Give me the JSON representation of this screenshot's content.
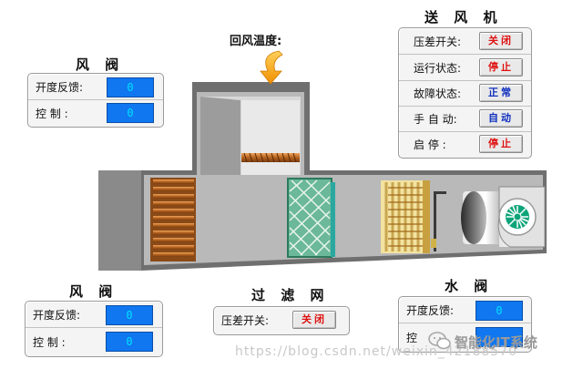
{
  "damper_top": {
    "title": "风 阀",
    "rows": [
      {
        "label": "开度反馈:",
        "value": "0"
      },
      {
        "label": "控   制  :",
        "value": "0"
      }
    ]
  },
  "damper_bottom": {
    "title": "风 阀",
    "rows": [
      {
        "label": "开度反馈:",
        "value": "0"
      },
      {
        "label": "控   制  :",
        "value": "0"
      }
    ]
  },
  "fan": {
    "title": "送 风 机",
    "rows": [
      {
        "label": "压差开关:",
        "button": "关闭"
      },
      {
        "label": "运行状态:",
        "button": "停止"
      },
      {
        "label": "故障状态:",
        "button": "正常"
      },
      {
        "label": "手 自 动:",
        "button": "自动"
      },
      {
        "label": "启   停  :",
        "button": "停止"
      }
    ]
  },
  "filter": {
    "title": "过 滤 网",
    "row": {
      "label": "压差开关:",
      "button": "关闭"
    }
  },
  "water_valve": {
    "title": "水 阀",
    "rows": [
      {
        "label": "开度反馈:",
        "value": "0"
      },
      {
        "label": "控",
        "value": ""
      }
    ]
  },
  "return_air": {
    "label": "回风温度:"
  },
  "watermark": {
    "url": "https://blog.csdn.net/weixin_42188570",
    "brand": "智能化IT系统"
  },
  "icons": [
    "return-air-arrow-icon",
    "wechat-icon"
  ],
  "colors": {
    "value_box": "#1077f0",
    "value_text": "#00e0ff",
    "duct": "#6d6d6d",
    "button_red": "#e01010",
    "button_blue": "#1030c0"
  }
}
